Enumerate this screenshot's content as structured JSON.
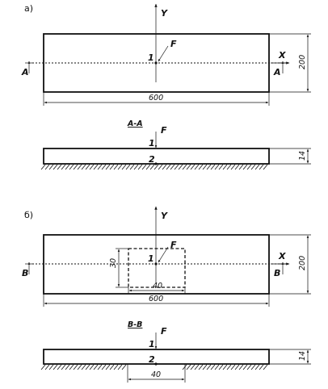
{
  "part_a": {
    "label": "а)",
    "axis_y": "Y",
    "axis_x": "X",
    "force": "F",
    "point_top": "1",
    "section_marker": "A",
    "dim_length": "600",
    "dim_width": "200",
    "section_title": "А-А",
    "section_force": "F",
    "section_point_top": "1",
    "section_point_bottom": "2",
    "dim_thickness": "14"
  },
  "part_b": {
    "label": "б)",
    "axis_y": "Y",
    "axis_x": "X",
    "force": "F",
    "point_top": "1",
    "section_marker": "В",
    "dim_length": "600",
    "dim_width": "200",
    "dim_patch_height": "30",
    "dim_patch_width": "40",
    "section_title": "В-В",
    "section_force": "F",
    "section_point_top": "1",
    "section_point_bottom": "2",
    "dim_thickness": "14",
    "dim_support_width": "40"
  }
}
